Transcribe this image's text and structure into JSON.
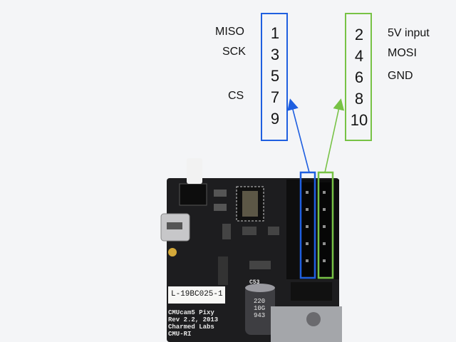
{
  "pinout": {
    "left_labels": [
      "MISO",
      "SCK",
      "",
      "CS",
      ""
    ],
    "odd_pins": [
      "1",
      "3",
      "5",
      "7",
      "9"
    ],
    "even_pins": [
      "2",
      "4",
      "6",
      "8",
      "10"
    ],
    "right_labels": [
      "5V input",
      "MOSI",
      "GND",
      "",
      ""
    ]
  },
  "board": {
    "sticker": "L-19BC025-1",
    "silkscreen": [
      "CMUcam5 Pixy",
      "Rev 2.2, 2013",
      "Charmed Labs",
      "CMU-RI"
    ],
    "cap_marking": [
      "220",
      "10G",
      "943"
    ],
    "cap_ref": "C53"
  },
  "colors": {
    "odd_highlight": "#1f5fe0",
    "even_highlight": "#77c245",
    "pcb": "#1d1d1f",
    "header": "#0e0e0e"
  }
}
